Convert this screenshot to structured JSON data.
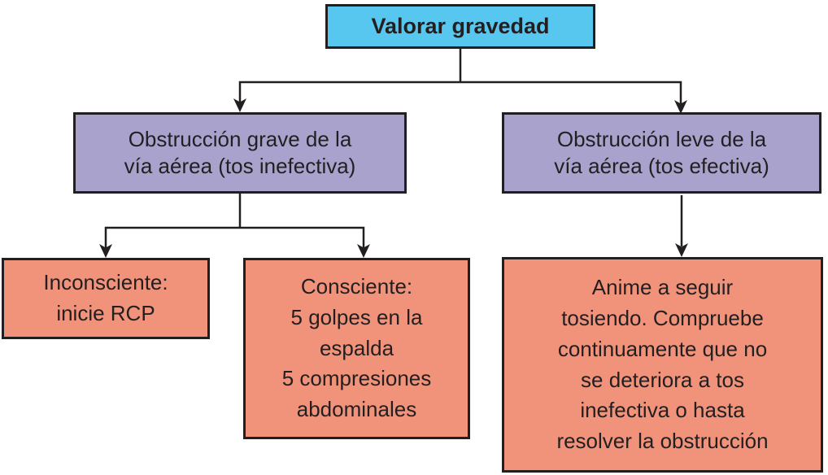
{
  "nodes": {
    "assess": {
      "label": "Valorar gravedad",
      "color": "#58c7f0"
    },
    "severe": {
      "label": "Obstrucción grave de la\nvía aérea (tos inefectiva)",
      "color": "#a8a2cd"
    },
    "mild": {
      "label": "Obstrucción leve de la\nvía aérea (tos efectiva)",
      "color": "#a8a2cd"
    },
    "unconscious": {
      "label": "Inconsciente:\ninicie RCP",
      "color": "#f0937a"
    },
    "conscious": {
      "label": "Consciente:\n5 golpes en la\nespalda\n5 compresiones\nabdominales",
      "color": "#f0937a"
    },
    "encourage": {
      "label": "Anime a seguir\ntosiendo. Compruebe\ncontinuamente que no\nse deteriora a tos\ninefectiva o hasta\nresolver la obstrucción",
      "color": "#f0937a"
    }
  },
  "edges": [
    {
      "from": "assess",
      "to": "severe"
    },
    {
      "from": "assess",
      "to": "mild"
    },
    {
      "from": "severe",
      "to": "unconscious"
    },
    {
      "from": "severe",
      "to": "conscious"
    },
    {
      "from": "mild",
      "to": "encourage"
    }
  ],
  "colors": {
    "line": "#231f20",
    "text": "#231f20",
    "background": "#ffffff"
  }
}
